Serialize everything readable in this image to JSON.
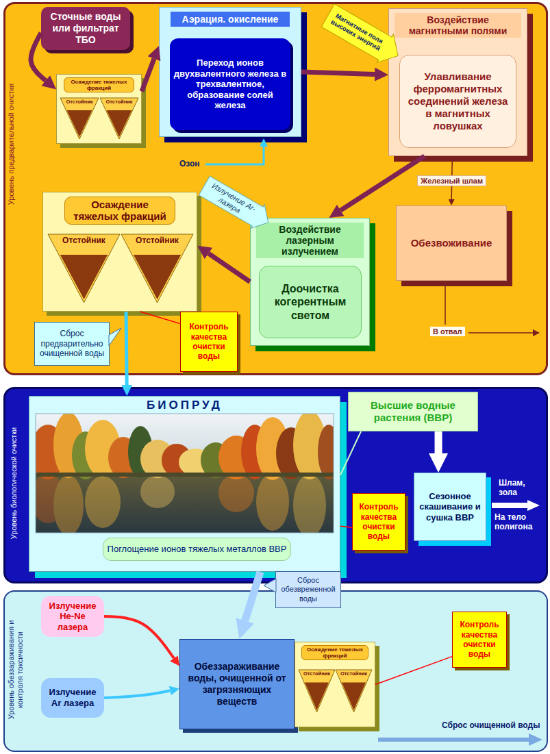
{
  "diagram": {
    "nodes": [
      {
        "text": [
          "Уровень предварительной очистки"
        ]
      },
      {
        "text": [
          "Сточные воды или фильтрат ТБО"
        ],
        "in": 0
      },
      {
        "text": [
          "Осаждение тяжелых фракций"
        ],
        "in": 0
      },
      {
        "text": [
          "Отстойник"
        ],
        "in": 2
      },
      {
        "text": [
          "Отстойник"
        ],
        "in": 2
      },
      {
        "text": [
          "Аэрация. окисление"
        ],
        "in": 0
      },
      {
        "text": [
          "Переход ионов двухвалентного железа в трехвалентное, образование солей железа"
        ],
        "in": 5
      },
      {
        "text": [
          "Магнитные поля высоких энергий"
        ],
        "in": 0
      },
      {
        "text": [
          "Воздействие магнитными полями"
        ],
        "in": 0
      },
      {
        "text": [
          "Улавливание ферромагнитных соединений железа в магнитных ловушках"
        ],
        "in": 8
      },
      {
        "text": [
          "Излучение Ar-лазера"
        ],
        "in": 0
      },
      {
        "text": [
          "Воздействие лазерным излучением"
        ],
        "in": 0
      },
      {
        "text": [
          "Доочистка когерентным светом"
        ],
        "in": 11
      },
      {
        "text": [
          "Осаждение тяжелых фракций"
        ],
        "in": 0
      },
      {
        "text": [
          "Отстойник"
        ],
        "in": 13
      },
      {
        "text": [
          "Отстойник"
        ],
        "in": 13
      },
      {
        "text": [
          "Обезвоживание"
        ],
        "in": 0
      },
      {
        "text": [
          "Сброс предварительно очищенной воды"
        ],
        "in": 0
      },
      {
        "text": [
          "Контроль качества очистки воды"
        ],
        "in": 0
      },
      {
        "text": [
          "Уровень биологической очистки"
        ]
      },
      {
        "text": [
          "БИОПРУД"
        ],
        "in": 19
      },
      {
        "text": [
          "Поглощение ионов тяжелых металлов ВВР"
        ],
        "in": 20
      },
      {
        "text": [
          "Высшие водные растения (ВВР)"
        ],
        "in": 19
      },
      {
        "text": [
          "Контроль качества очистки воды"
        ],
        "in": 19
      },
      {
        "text": [
          "Сезонное скашивание и сушка ВВР"
        ],
        "in": 19
      },
      {
        "text": [
          "Сброс обезвреженной воды"
        ]
      },
      {
        "text": [
          "Уровень обеззараживания и контроля токсичности"
        ]
      },
      {
        "text": [
          "Излучение He-Ne лазера"
        ],
        "in": 26
      },
      {
        "text": [
          "Излучение Ar лазера"
        ],
        "in": 26
      },
      {
        "text": [
          "Обеззараживание воды, очищенной от загрязняющих веществ"
        ],
        "in": 26
      },
      {
        "text": [
          "Осаждение тяжелых фракций"
        ],
        "in": 26
      },
      {
        "text": [
          "Отстойник"
        ],
        "in": 30
      },
      {
        "text": [
          "Отстойник"
        ],
        "in": 30
      },
      {
        "text": [
          "Контроль качества очистки воды"
        ],
        "in": 26
      }
    ],
    "edges": [
      {
        "from": 1,
        "to": 2,
        "arrow": "to"
      },
      {
        "from": 2,
        "to": 5,
        "arrow": "to"
      },
      {
        "from": 5,
        "to": 8,
        "arrow": "to"
      },
      {
        "from": 8,
        "to": 11,
        "arrow": "to"
      },
      {
        "from": 8,
        "to": 16,
        "label": "Железный шлам",
        "arrow": "to"
      },
      {
        "from": 11,
        "to": 13,
        "arrow": "to"
      },
      {
        "from": 13,
        "to": 20,
        "arrow": "to"
      },
      {
        "from": 18,
        "to": 13,
        "arrow": "none"
      },
      {
        "from": 22,
        "to": 20,
        "arrow": "none"
      },
      {
        "from": 22,
        "to": 24,
        "arrow": "to"
      },
      {
        "from": 23,
        "to": 20,
        "arrow": "none"
      },
      {
        "from": 20,
        "to": 29,
        "arrow": "to"
      },
      {
        "from": 27,
        "to": 29,
        "arrow": "to"
      },
      {
        "from": 28,
        "to": 29,
        "arrow": "to"
      },
      {
        "from": 33,
        "to": 30,
        "arrow": "none"
      }
    ],
    "labels": [
      "Озон",
      "В отвал",
      "Шлам, зола",
      "На тело полигона",
      "Сброс очищенной воды"
    ]
  }
}
